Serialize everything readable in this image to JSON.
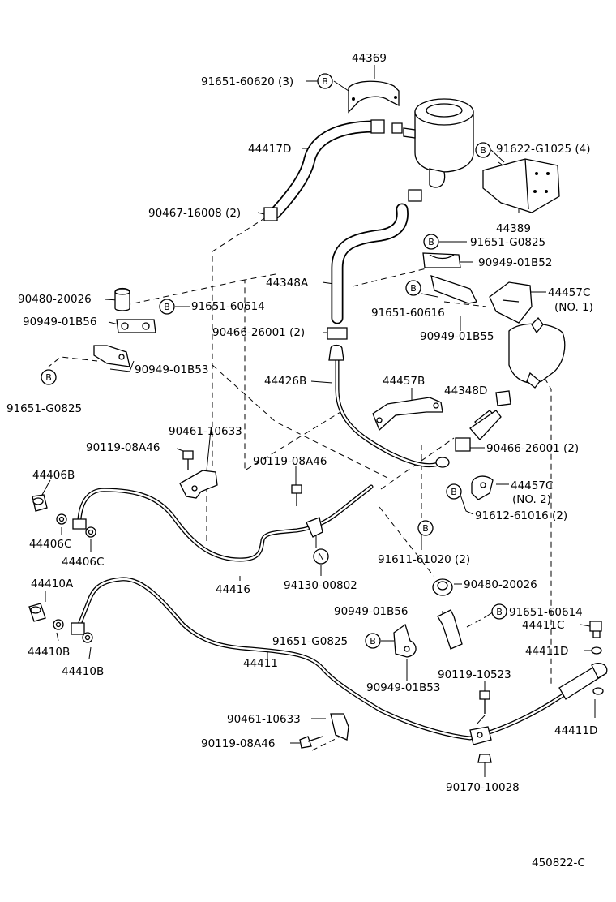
{
  "labels": {
    "l44369": "44369",
    "l91651_60620": "91651-60620 (3)",
    "l44417D": "44417D",
    "l91622_G1025": "91622-G1025 (4)",
    "l90467_16008": "90467-16008 (2)",
    "l44389": "44389",
    "l91651_G0825_a": "91651-G0825",
    "l90949_01B52": "90949-01B52",
    "l44348A": "44348A",
    "l44457C_1": "44457C",
    "l44457C_1_no": "(NO. 1)",
    "l90480_20026_a": "90480-20026",
    "l91651_60614_a": "91651-60614",
    "l91651_60616": "91651-60616",
    "l90949_01B56_a": "90949-01B56",
    "l90466_26001_a": "90466-26001 (2)",
    "l90949_01B55": "90949-01B55",
    "l90949_01B53_a": "90949-01B53",
    "l91651_G0825_b": "91651-G0825",
    "l44426B": "44426B",
    "l44457B": "44457B",
    "l44348D": "44348D",
    "l90461_10633_a": "90461-10633",
    "l90466_26001_b": "90466-26001 (2)",
    "l90119_08A46_a": "90119-08A46",
    "l90119_08A46_b": "90119-08A46",
    "l44406B": "44406B",
    "l44457C_2": "44457C",
    "l44457C_2_no": "(NO. 2)",
    "l91612_61016": "91612-61016 (2)",
    "l44406C_a": "44406C",
    "l44406C_b": "44406C",
    "l91611_61020": "91611-61020 (2)",
    "l44416": "44416",
    "l94130_00802": "94130-00802",
    "l90480_20026_b": "90480-20026",
    "l44410A": "44410A",
    "l90949_01B56_b": "90949-01B56",
    "l91651_60614_b": "91651-60614",
    "l44411C": "44411C",
    "l91651_G0825_c": "91651-G0825",
    "l44411D_a": "44411D",
    "l44410B_a": "44410B",
    "l44410B_b": "44410B",
    "l44411": "44411",
    "l90949_01B53_b": "90949-01B53",
    "l90119_10523": "90119-10523",
    "l44411D_b": "44411D",
    "l90461_10633_b": "90461-10633",
    "l90119_08A46_c": "90119-08A46",
    "l90170_10028": "90170-10028",
    "l450822": "450822-C"
  },
  "ref_markers": {
    "b": "B",
    "n": "N"
  }
}
